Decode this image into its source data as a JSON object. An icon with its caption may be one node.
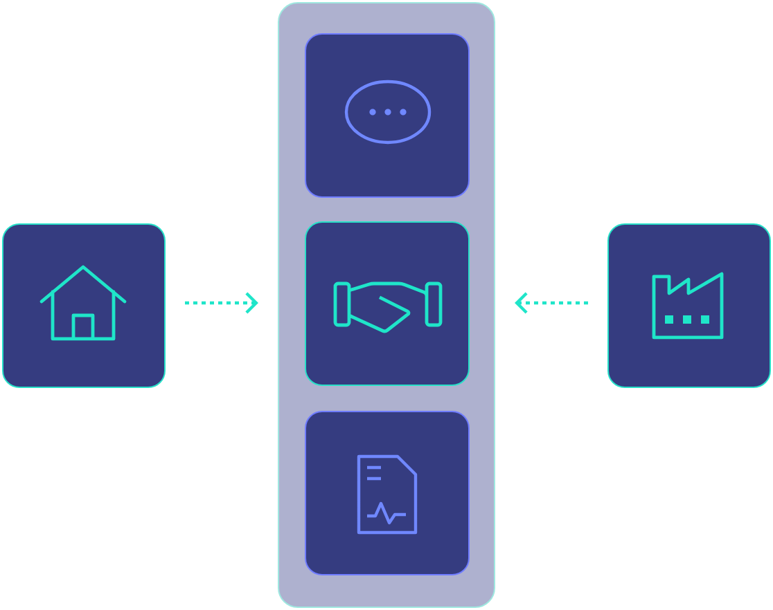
{
  "diagram": {
    "nodes": [
      {
        "text": [],
        "shape": "box"
      },
      {
        "text": [],
        "shape": "box",
        "in": 0
      },
      {
        "text": [],
        "shape": "box",
        "in": 0
      },
      {
        "text": [],
        "shape": "box",
        "in": 0
      },
      {
        "text": [],
        "shape": "box"
      },
      {
        "text": [],
        "shape": "box"
      }
    ],
    "edges": [
      {
        "from": 4,
        "to": 0,
        "arrow": "to",
        "style": "dashed"
      },
      {
        "from": 5,
        "to": 0,
        "arrow": "to",
        "style": "dashed"
      }
    ]
  }
}
